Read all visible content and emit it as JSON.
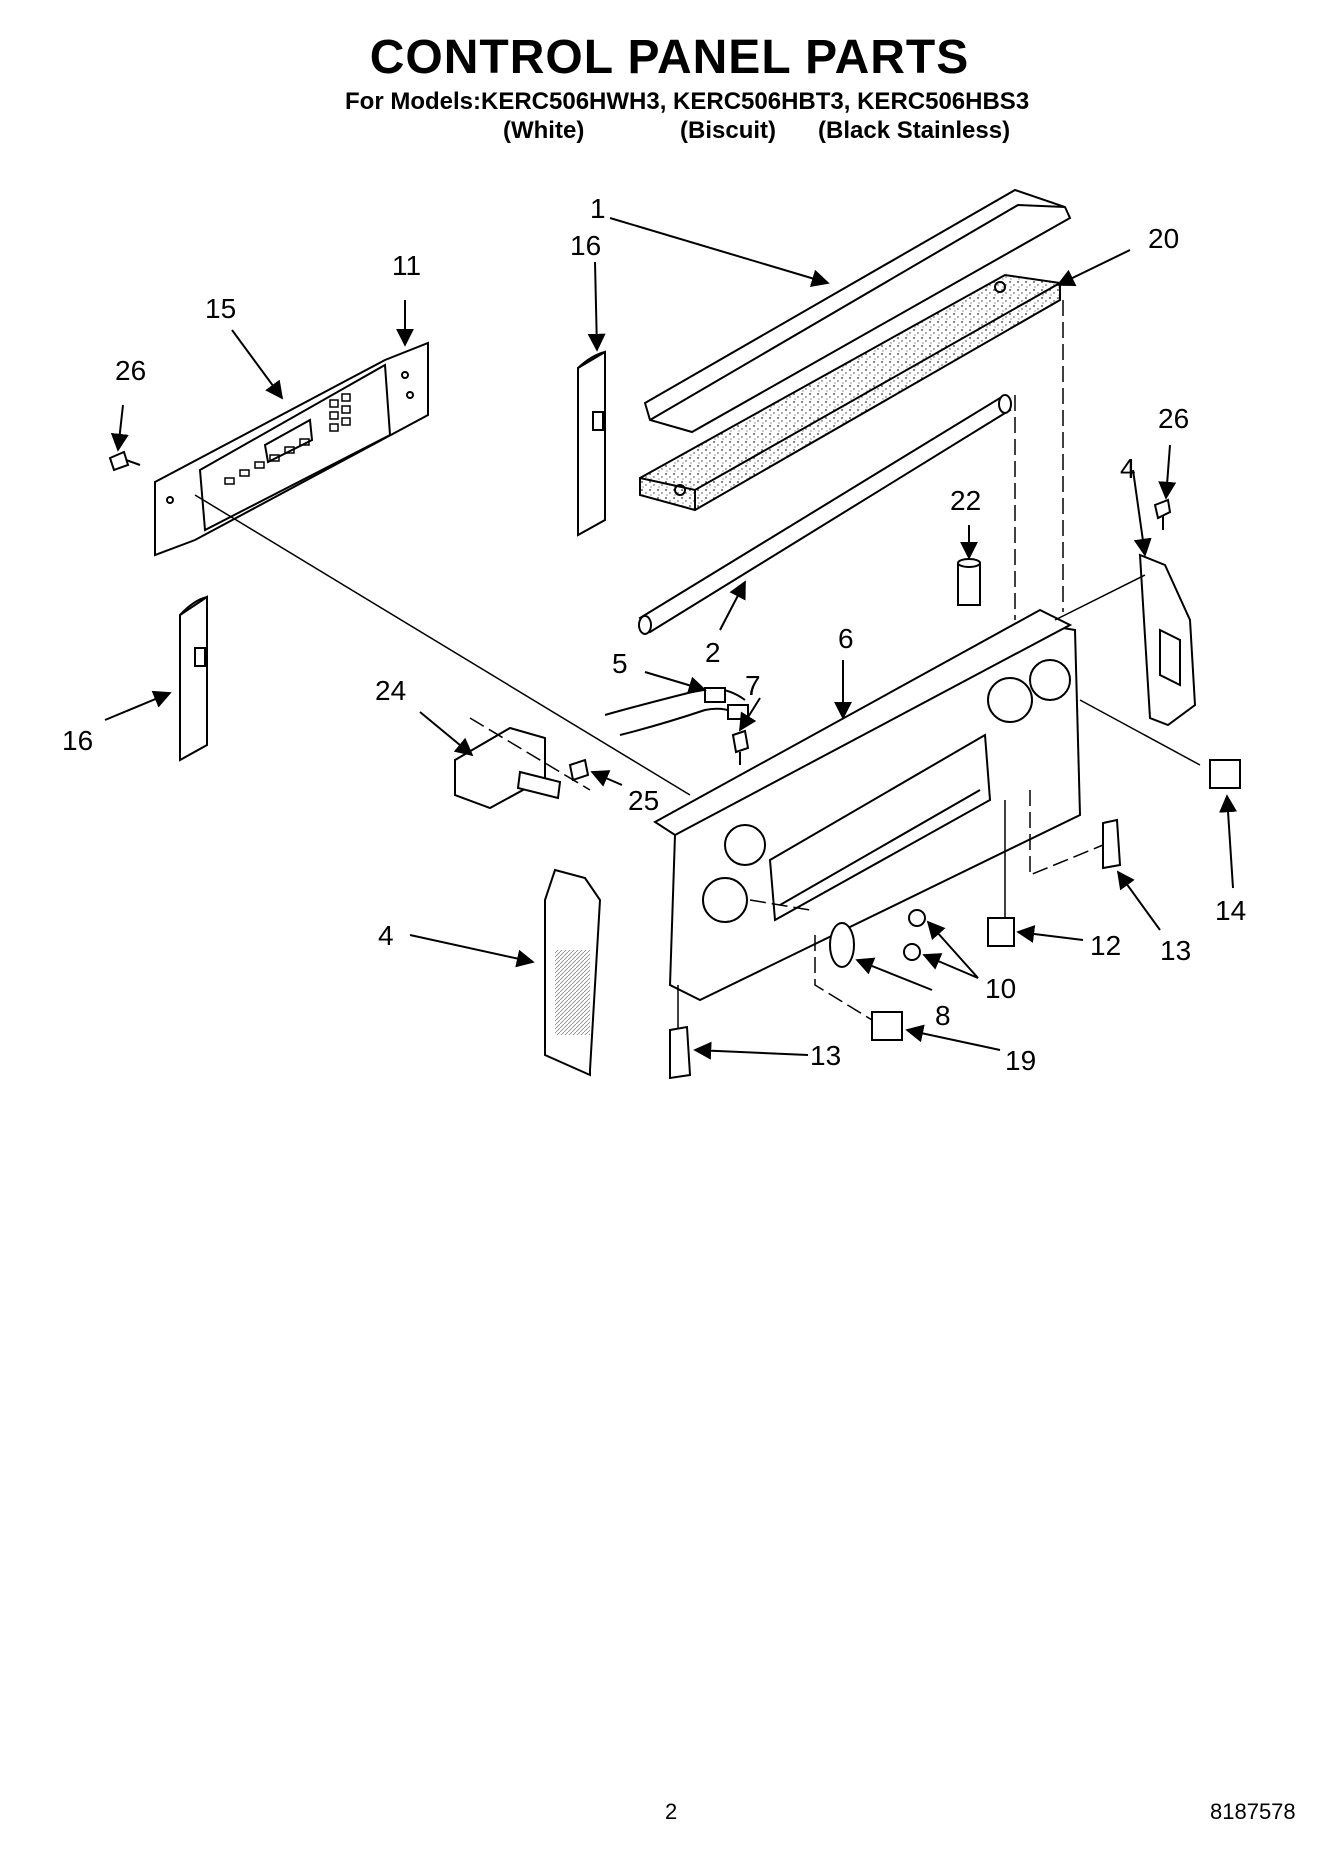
{
  "header": {
    "title": "CONTROL PANEL PARTS",
    "models_line": "For Models:KERC506HWH3, KERC506HBT3, KERC506HBS3",
    "colors": [
      "(White)",
      "(Biscuit)",
      "(Black Stainless)"
    ]
  },
  "callouts": {
    "c1": "1",
    "c2": "2",
    "c4a": "4",
    "c4b": "4",
    "c5": "5",
    "c6": "6",
    "c7": "7",
    "c8": "8",
    "c10": "10",
    "c11": "11",
    "c12": "12",
    "c13a": "13",
    "c13b": "13",
    "c14": "14",
    "c15": "15",
    "c16a": "16",
    "c16b": "16",
    "c19": "19",
    "c20": "20",
    "c22": "22",
    "c24": "24",
    "c25": "25",
    "c26a": "26",
    "c26b": "26"
  },
  "footer": {
    "page_number": "2",
    "doc_number": "8187578"
  }
}
